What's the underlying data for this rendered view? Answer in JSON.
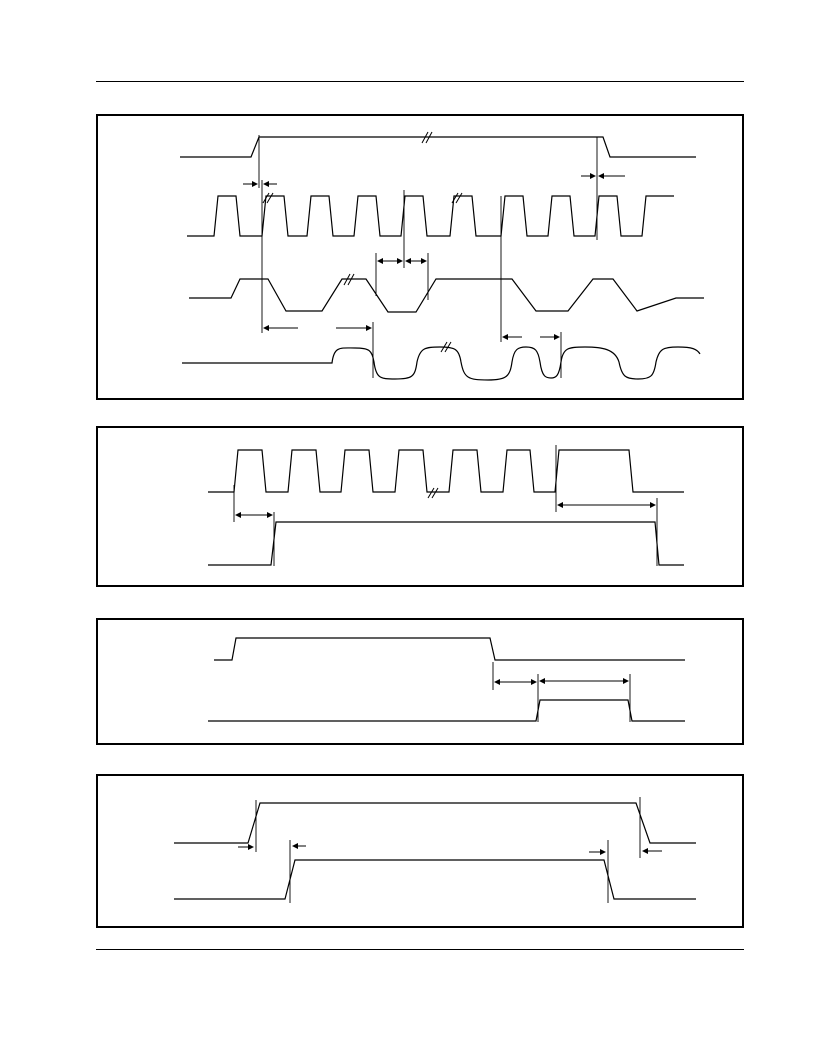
{
  "document": {
    "header_rule": "",
    "footer_rule": ""
  },
  "figures": [
    {
      "id": "fig-1",
      "signals": [
        "",
        "",
        "",
        ""
      ]
    },
    {
      "id": "fig-2",
      "signals": [
        "",
        ""
      ]
    },
    {
      "id": "fig-3",
      "signals": [
        "",
        ""
      ]
    },
    {
      "id": "fig-4",
      "signals": [
        "",
        ""
      ]
    }
  ],
  "colors": {
    "line": "#000000",
    "background": "#ffffff"
  }
}
